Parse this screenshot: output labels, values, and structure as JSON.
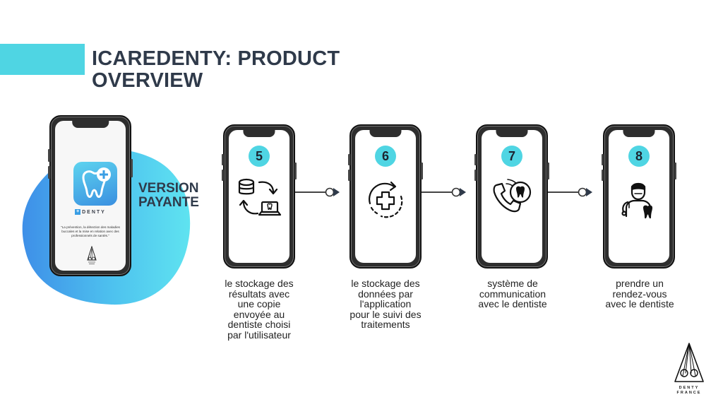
{
  "slide": {
    "title_line1": "ICAREDENTY: PRODUCT",
    "title_line2": "OVERVIEW",
    "accent_color": "#4fd5e3",
    "version_line1": "VERSION",
    "version_line2": "PAYANTE"
  },
  "main_phone": {
    "brand": "DENTY",
    "brand_prefix": "+",
    "quote": "\"La prévention, la détection des maladies buccales et la mise en relation avec des professionnels de santés.\""
  },
  "steps": [
    {
      "number": "5",
      "icon": "database-laptop-sync-icon",
      "caption": [
        "le stockage des",
        "résultats avec",
        "une copie",
        "envoyée au",
        "dentiste choisi",
        "par l'utilisateur"
      ]
    },
    {
      "number": "6",
      "icon": "medical-cross-refresh-icon",
      "caption": [
        "le stockage des",
        "données par",
        "l'application",
        "pour le suivi des",
        "traitements"
      ]
    },
    {
      "number": "7",
      "icon": "phone-tooth-icon",
      "caption": [
        "système de",
        "communication",
        "avec le dentiste"
      ]
    },
    {
      "number": "8",
      "icon": "dentist-tooth-icon",
      "caption": [
        "prendre un",
        "rendez-vous",
        "avec le dentiste"
      ]
    }
  ],
  "corner": {
    "label_line1": "DENTY",
    "label_line2": "FRANCE"
  }
}
